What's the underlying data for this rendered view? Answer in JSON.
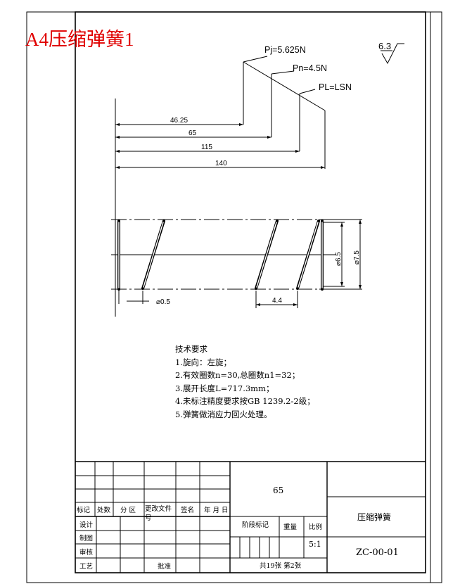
{
  "sheet_label": "A4压缩弹簧1",
  "roughness": "6.3",
  "loads": {
    "pj": "Pj=5.625N",
    "pn": "Pn=4.5N",
    "pl": "PL=LSN"
  },
  "dimensions": {
    "d1": "46.25",
    "d2": "65",
    "d3": "115",
    "d4": "140",
    "wire_dia": "⌀0.5",
    "pitch": "4.4",
    "inner_dia": "⌀6.5",
    "outer_dia": "⌀7.5"
  },
  "tech_requirements": {
    "title": "技术要求",
    "items": [
      "1.旋向：左旋；",
      "2.有效圈数n=30,总圈数n1=32；",
      "3.展开长度L=717.3mm；",
      "4.未标注精度要求按GB 1239.2-2级；",
      "5.弹簧做消应力回火处理。"
    ]
  },
  "title_block": {
    "headers": [
      "标记",
      "处数",
      "分 区",
      "更改文件号",
      "签名",
      "年 月 日"
    ],
    "roles": [
      "设计",
      "制图",
      "审核",
      "工艺"
    ],
    "approve": "批准",
    "material": "65",
    "stage_mark": "阶段标记",
    "weight": "重量",
    "scale_label": "比例",
    "scale": "5:1",
    "sheet_count": "共19张 第2张",
    "part_name": "压缩弹簧",
    "drawing_no": "ZC-00-01"
  }
}
